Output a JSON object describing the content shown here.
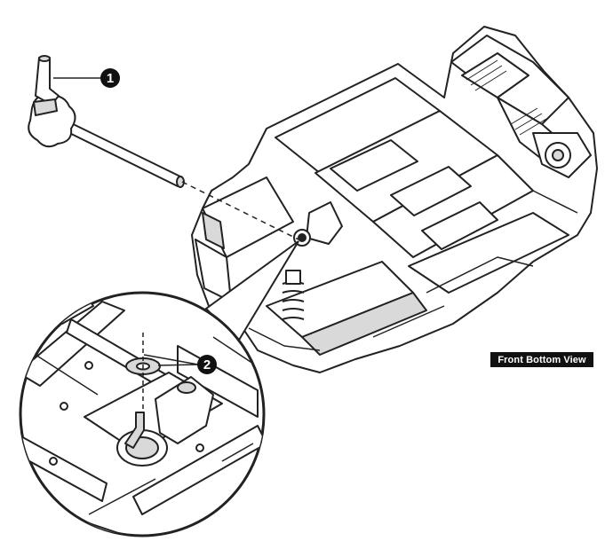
{
  "figure": {
    "view_label": "Front Bottom View",
    "callouts": [
      {
        "id": "1",
        "label": "1"
      },
      {
        "id": "2",
        "label": "2"
      }
    ]
  },
  "colors": {
    "line": "#222222",
    "fill": "#ffffff",
    "shade": "#d9d9d9",
    "label_bg": "#111111",
    "label_text": "#ffffff"
  }
}
